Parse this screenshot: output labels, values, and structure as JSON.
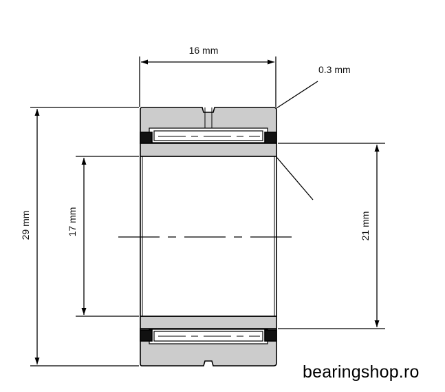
{
  "dimensions": {
    "width_label": "16 mm",
    "chamfer_label": "0.3 mm",
    "outer_diameter_label": "29 mm",
    "bore_label": "17 mm",
    "raceway_label": "21 mm"
  },
  "watermark": "bearingshop.ro",
  "colors": {
    "ring_fill": "#cccccc",
    "seal_fill": "#111111",
    "line": "#000000"
  }
}
